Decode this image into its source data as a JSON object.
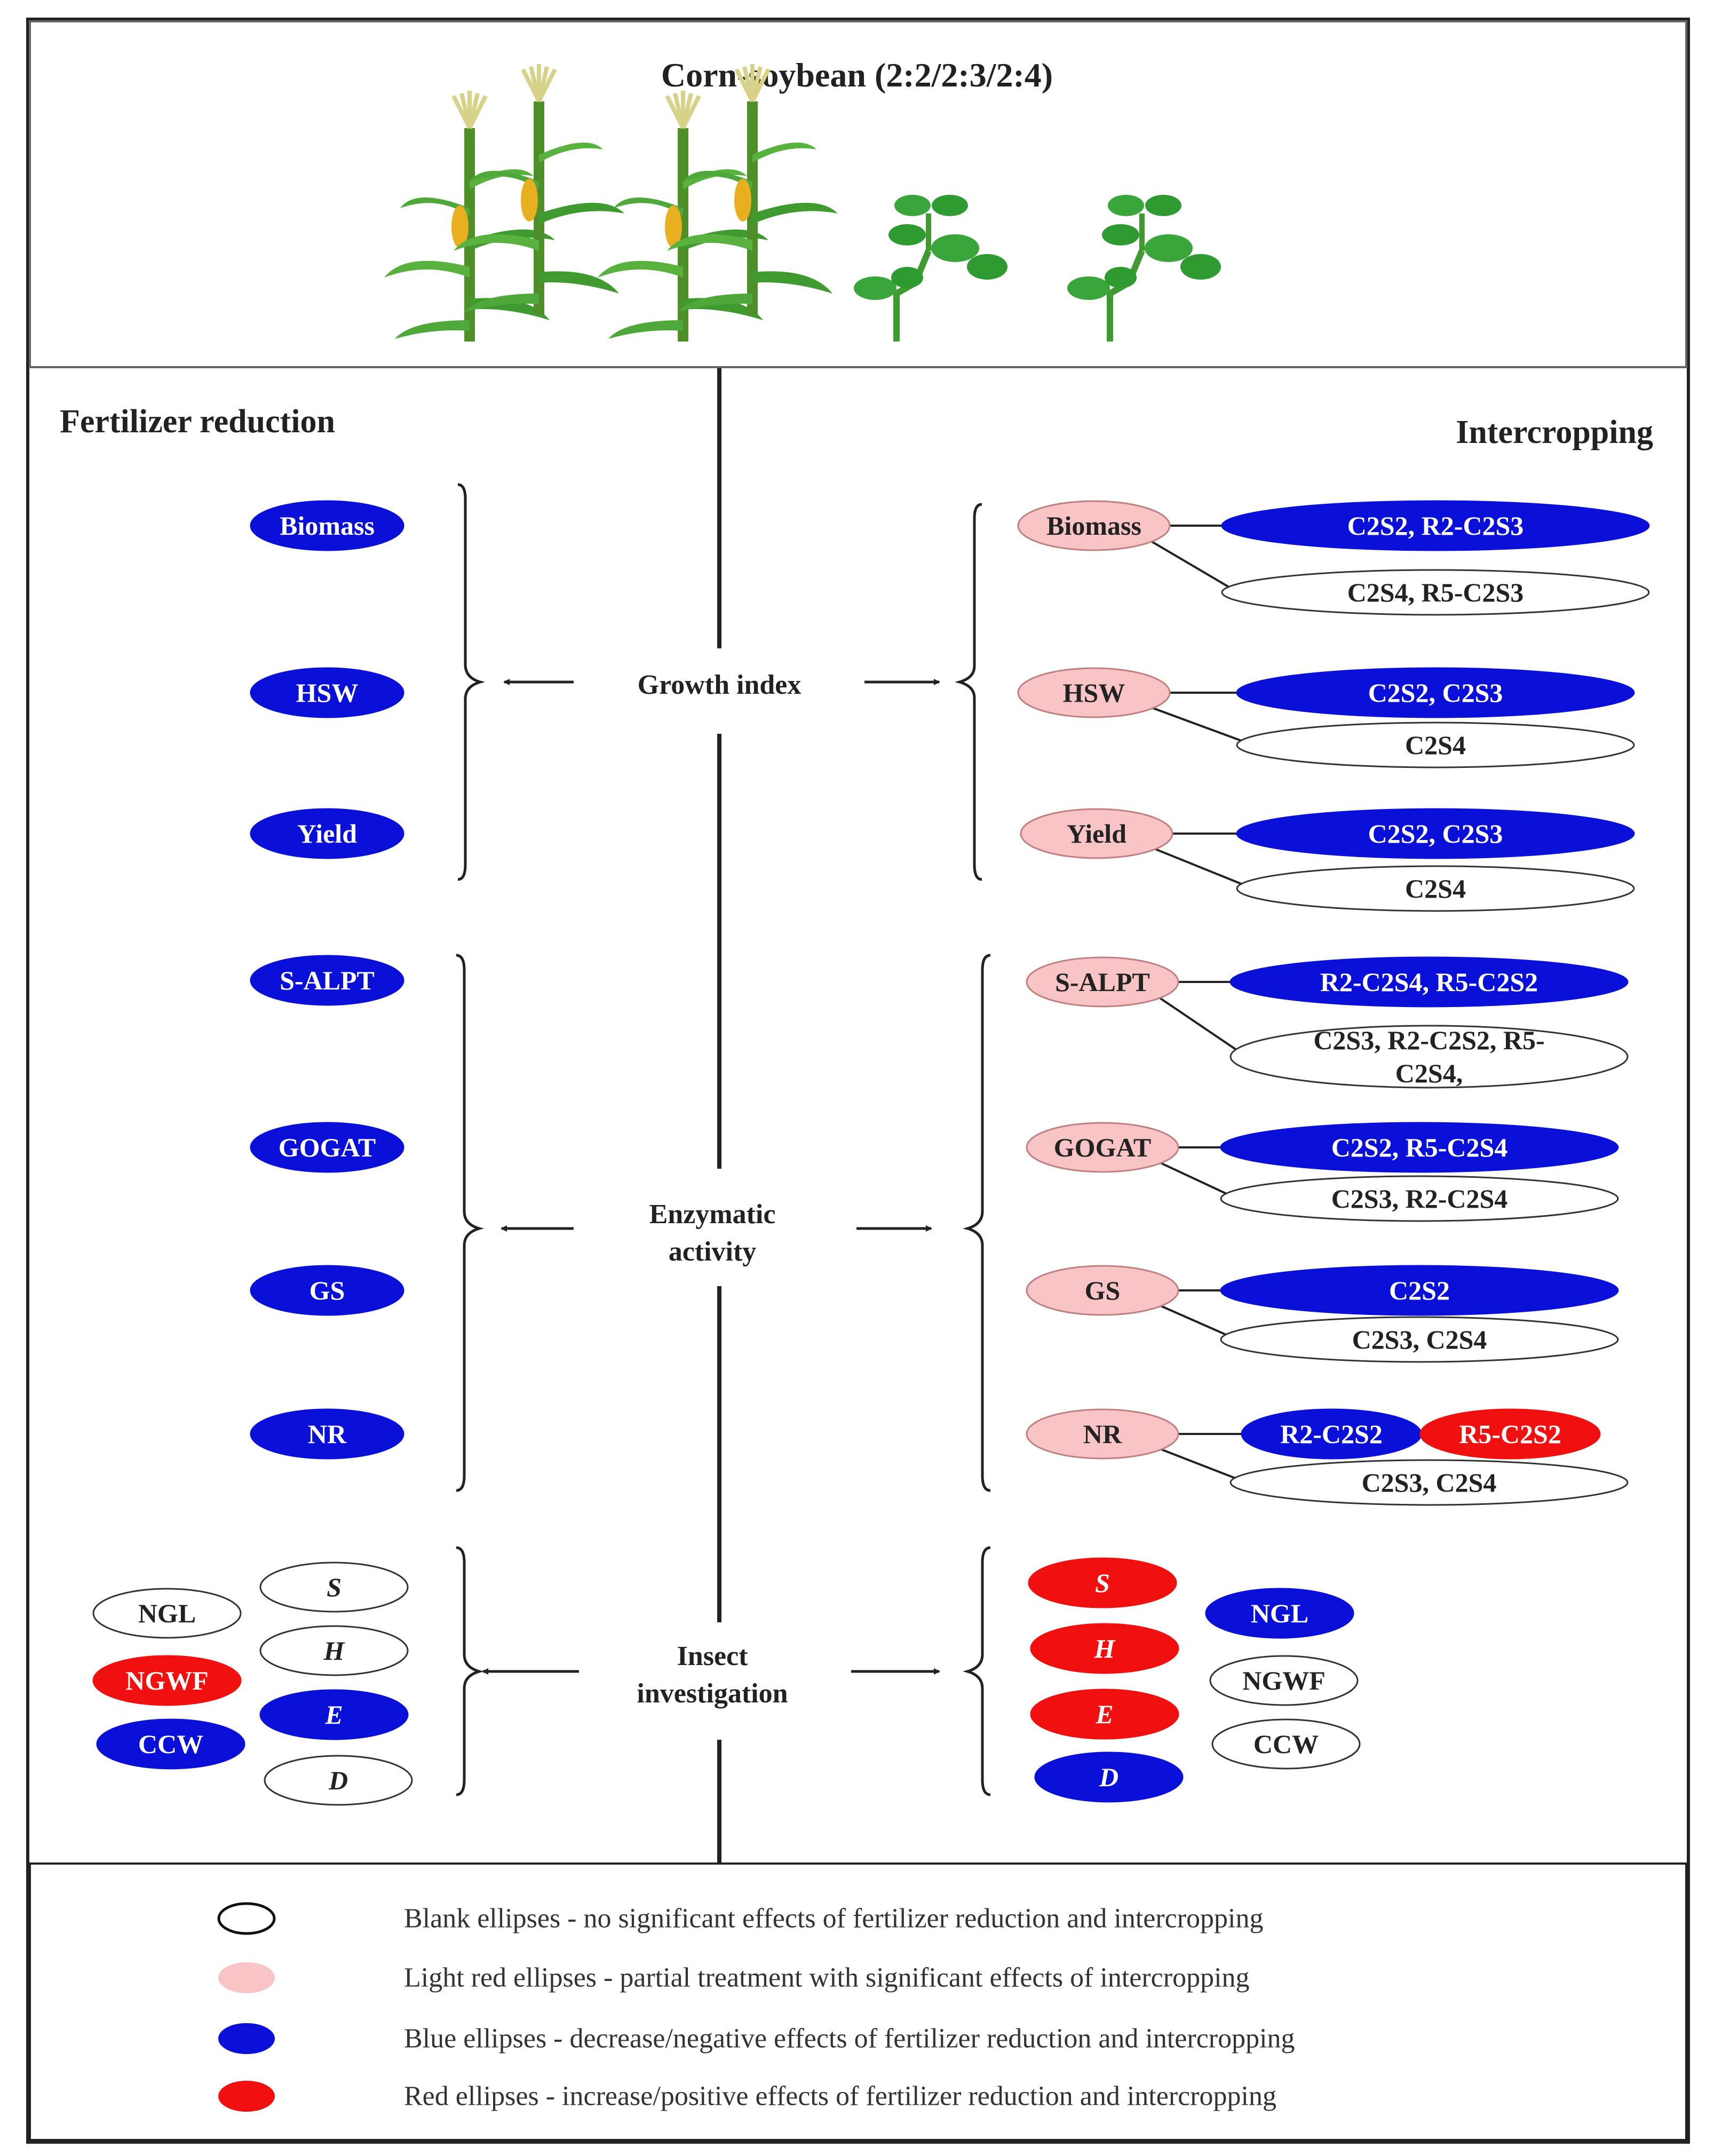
{
  "title": "Corn-soybean (2:2/2:3/2:4)",
  "left_heading": "Fertilizer reduction",
  "right_heading": "Intercropping",
  "center_labels": {
    "growth": "Growth index",
    "enzyme_line1": "Enzymatic",
    "enzyme_line2": "activity",
    "insect_line1": "Insect",
    "insect_line2": "investigation"
  },
  "colors": {
    "blank": "#ffffff",
    "light_red": "#f8c4c6",
    "blue": "#0a10d8",
    "red": "#f01010"
  },
  "left_items": [
    {
      "label": "Biomass",
      "color": "blue"
    },
    {
      "label": "HSW",
      "color": "blue"
    },
    {
      "label": "Yield",
      "color": "blue"
    },
    {
      "label": "S-ALPT",
      "color": "blue"
    },
    {
      "label": "GOGAT",
      "color": "blue"
    },
    {
      "label": "GS",
      "color": "blue"
    },
    {
      "label": "NR",
      "color": "blue"
    }
  ],
  "left_insect": [
    {
      "label": "NGL",
      "color": "blank",
      "italic": false
    },
    {
      "label": "NGWF",
      "color": "red",
      "italic": false
    },
    {
      "label": "CCW",
      "color": "blue",
      "italic": false
    },
    {
      "label": "S",
      "color": "blank",
      "italic": true
    },
    {
      "label": "H",
      "color": "blank",
      "italic": true
    },
    {
      "label": "E",
      "color": "blue",
      "italic": true
    },
    {
      "label": "D",
      "color": "blank",
      "italic": true
    }
  ],
  "right_items": [
    {
      "label": "Biomass",
      "color": "light_red",
      "upper": [
        {
          "label": "C2S2, R2-C2S3",
          "color": "blue"
        }
      ],
      "lower": {
        "lines": [
          "C2S4, R5-C2S3"
        ],
        "color": "blank"
      }
    },
    {
      "label": "HSW",
      "color": "light_red",
      "upper": [
        {
          "label": "C2S2, C2S3",
          "color": "blue"
        }
      ],
      "lower": {
        "lines": [
          "C2S4"
        ],
        "color": "blank"
      }
    },
    {
      "label": "Yield",
      "color": "light_red",
      "upper": [
        {
          "label": "C2S2, C2S3",
          "color": "blue"
        }
      ],
      "lower": {
        "lines": [
          "C2S4"
        ],
        "color": "blank"
      }
    },
    {
      "label": "S-ALPT",
      "color": "light_red",
      "upper": [
        {
          "label": "R2-C2S4, R5-C2S2",
          "color": "blue"
        }
      ],
      "lower": {
        "lines": [
          "C2S3, R2-C2S2, R5-",
          "C2S4,"
        ],
        "color": "blank"
      }
    },
    {
      "label": "GOGAT",
      "color": "light_red",
      "upper": [
        {
          "label": "C2S2, R5-C2S4",
          "color": "blue"
        }
      ],
      "lower": {
        "lines": [
          "C2S3, R2-C2S4"
        ],
        "color": "blank"
      }
    },
    {
      "label": "GS",
      "color": "light_red",
      "upper": [
        {
          "label": "C2S2",
          "color": "blue"
        }
      ],
      "lower": {
        "lines": [
          "C2S3, C2S4"
        ],
        "color": "blank"
      }
    },
    {
      "label": "NR",
      "color": "light_red",
      "upper": [
        {
          "label": "R2-C2S2",
          "color": "blue"
        },
        {
          "label": "R5-C2S2",
          "color": "red"
        }
      ],
      "lower": {
        "lines": [
          "C2S3, C2S4"
        ],
        "color": "blank"
      }
    }
  ],
  "right_insect": [
    {
      "label": "S",
      "color": "red",
      "italic": true
    },
    {
      "label": "H",
      "color": "red",
      "italic": true
    },
    {
      "label": "E",
      "color": "red",
      "italic": true
    },
    {
      "label": "D",
      "color": "blue",
      "italic": true
    },
    {
      "label": "NGL",
      "color": "blue",
      "italic": false
    },
    {
      "label": "NGWF",
      "color": "blank",
      "italic": false
    },
    {
      "label": "CCW",
      "color": "blank",
      "italic": false
    }
  ],
  "legend": [
    {
      "color": "blank",
      "text": "Blank ellipses - no significant effects of fertilizer reduction and intercropping"
    },
    {
      "color": "light_red",
      "text": "Light red ellipses - partial treatment with significant effects of intercropping"
    },
    {
      "color": "blue",
      "text": "Blue ellipses - decrease/negative effects of fertilizer reduction and intercropping"
    },
    {
      "color": "red",
      "text": "Red ellipses - increase/positive effects of fertilizer reduction and intercropping"
    }
  ]
}
